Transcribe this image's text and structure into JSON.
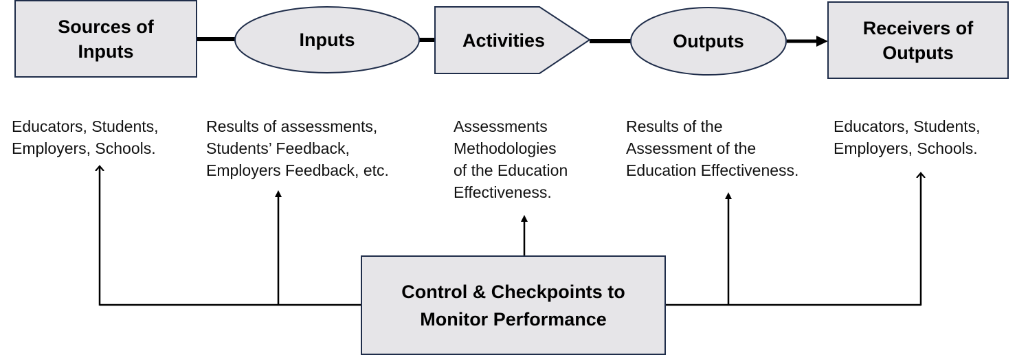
{
  "colors": {
    "fill": "#e6e5e8",
    "stroke": "#1f2d4a",
    "connector": "#000000"
  },
  "nodes": {
    "sources": {
      "label": "Sources of\nInputs",
      "shape": "rectangle"
    },
    "inputs": {
      "label": "Inputs",
      "shape": "ellipse"
    },
    "activities": {
      "label": "Activities",
      "shape": "pentagon"
    },
    "outputs": {
      "label": "Outputs",
      "shape": "ellipse"
    },
    "receivers": {
      "label": "Receivers of\nOutputs",
      "shape": "rectangle"
    },
    "control": {
      "label": "Control & Checkpoints to\nMonitor Performance",
      "shape": "rectangle"
    }
  },
  "descriptions": {
    "sources": "Educators, Students,\nEmployers, Schools.",
    "inputs": "Results of assessments,\nStudents’ Feedback,\nEmployers Feedback, etc.",
    "activities": "Assessments\nMethodologies\nof the Education\nEffectiveness.",
    "outputs": "Results of the\nAssessment of the\nEducation Effectiveness.",
    "receivers": "Educators, Students,\nEmployers, Schools."
  },
  "edges": [
    {
      "from": "sources",
      "to": "inputs",
      "arrow": false
    },
    {
      "from": "inputs",
      "to": "activities",
      "arrow": false
    },
    {
      "from": "activities",
      "to": "outputs",
      "arrow": false
    },
    {
      "from": "outputs",
      "to": "receivers",
      "arrow": true
    },
    {
      "from": "control",
      "to": "sources",
      "arrow": true
    },
    {
      "from": "control",
      "to": "inputs",
      "arrow": true
    },
    {
      "from": "control",
      "to": "activities",
      "arrow": true
    },
    {
      "from": "control",
      "to": "outputs",
      "arrow": true
    },
    {
      "from": "control",
      "to": "receivers",
      "arrow": true
    }
  ]
}
